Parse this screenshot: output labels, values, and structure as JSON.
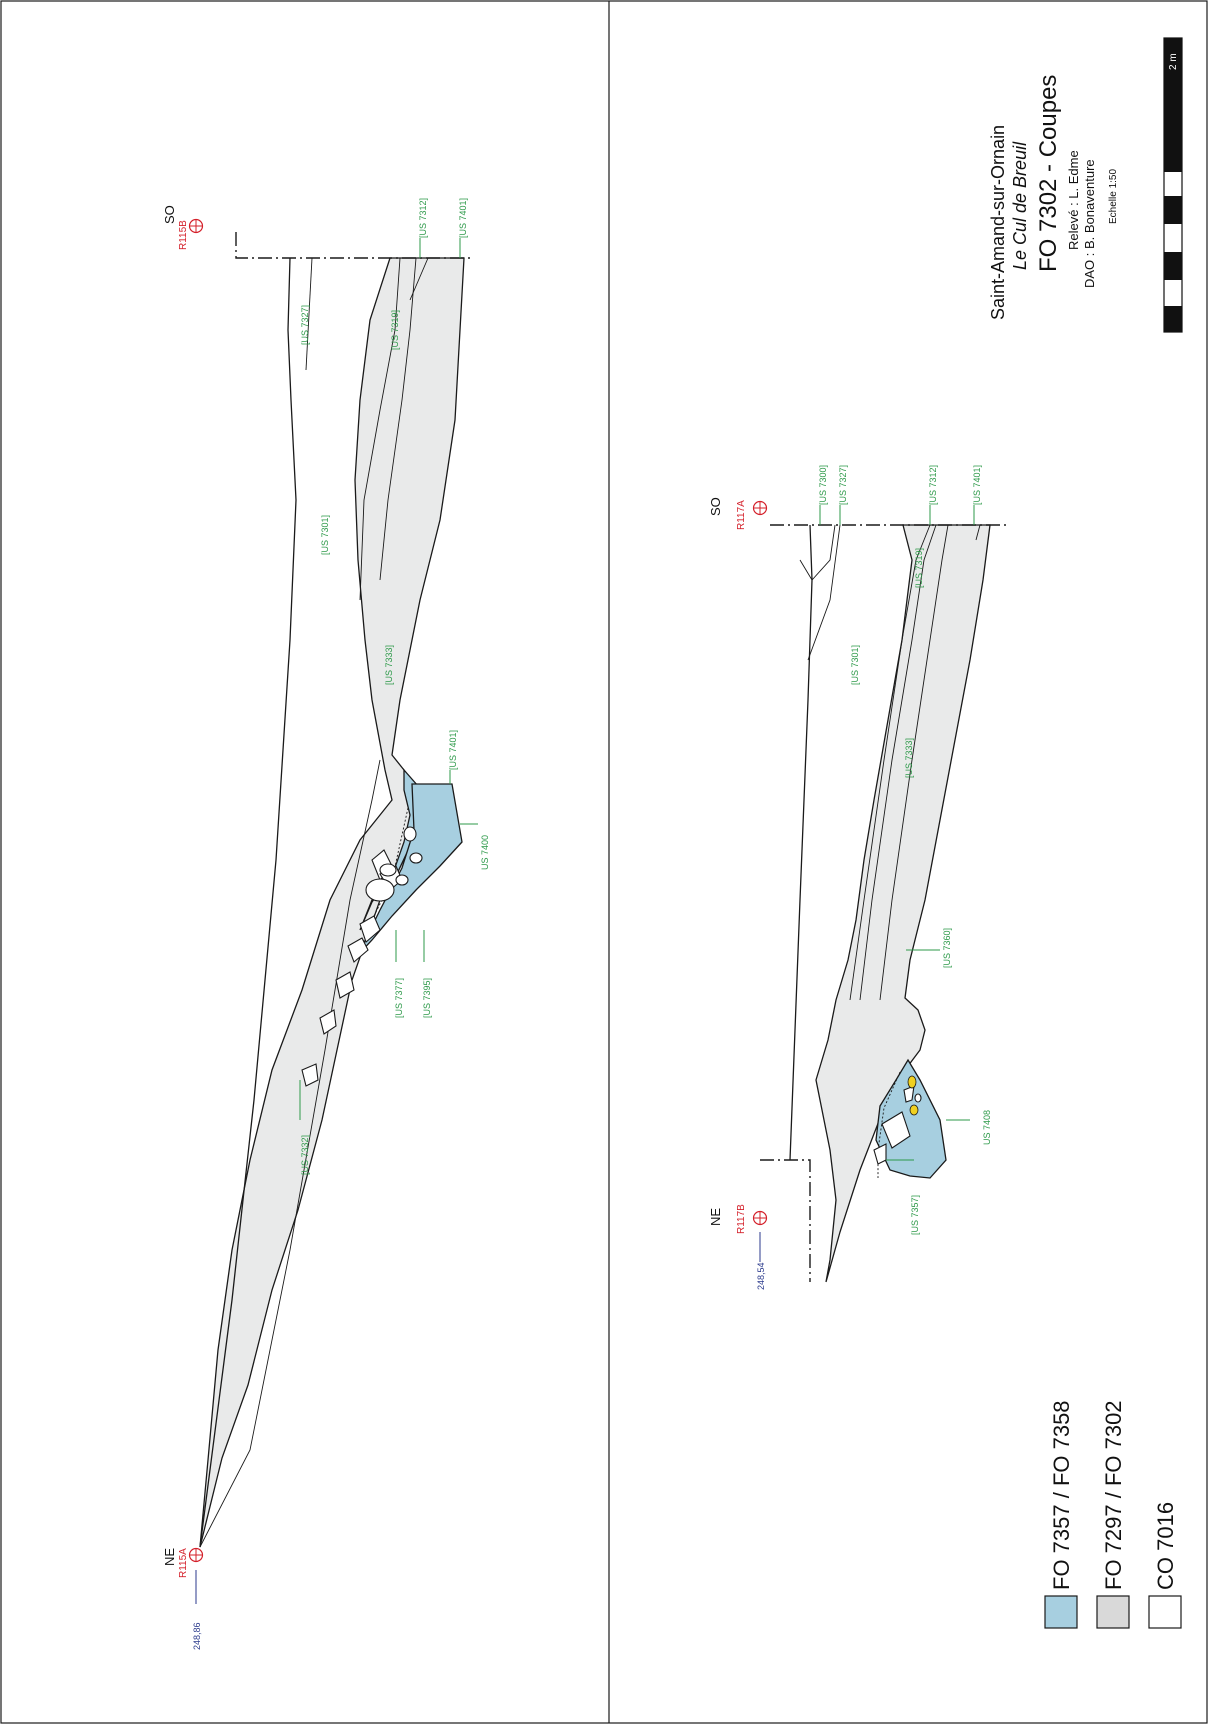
{
  "title_block": {
    "site": "Saint-Amand-sur-Ornain",
    "locality": "Le Cul de Breuil",
    "feature": "FO 7302 - Coupes",
    "releve": "Relevé : L. Edme",
    "dao": "DAO : B. Bonaventure",
    "scale_text": "Echelle 1:50",
    "scale_max": "2 m"
  },
  "legend": [
    {
      "label": "FO 7357 / FO 7358",
      "color": "#a7cfe0"
    },
    {
      "label": "FO 7297 / FO 7302",
      "color": "#d9d9d9"
    },
    {
      "label": "CO 7016",
      "color": "#ffffff"
    }
  ],
  "section_1": {
    "ne_label": "NE",
    "so_label": "SO",
    "station_ne": "R115A",
    "station_so": "R115B",
    "altitude": "248,86",
    "units": {
      "us7327": "[US 7327]",
      "us7312": "[US 7312]",
      "us7401a": "[US 7401]",
      "us7319": "[US 7319]",
      "us7301": "[US 7301]",
      "us7333": "[US 7333]",
      "us7401b": "[US 7401]",
      "us7400": "US 7400",
      "us7377": "[US 7377]",
      "us7395": "[US 7395]",
      "us7332": "[US 7332]"
    }
  },
  "section_2": {
    "ne_label": "NE",
    "so_label": "SO",
    "station_ne": "R117B",
    "station_so": "R117A",
    "altitude": "248,54",
    "units": {
      "us7300": "[US 7300]",
      "us7327": "[US 7327]",
      "us7312": "[US 7312]",
      "us7401": "[US 7401]",
      "us7319": "[US 7319]",
      "us7301": "[US 7301]",
      "us7333": "[US 7333]",
      "us7360": "[US 7360]",
      "us7408": "US 7408",
      "us7357": "[US 7357]"
    }
  },
  "colors": {
    "fill_light": "#e9eaea",
    "fill_blue": "#a7cfe0",
    "stone": "#ffffff",
    "ochre": "#f0d020",
    "us_labels": "#2e9a4a",
    "stations": "#d4202a",
    "altitudes": "#2b3a8c"
  },
  "icons": [
    "station-target-icon"
  ]
}
